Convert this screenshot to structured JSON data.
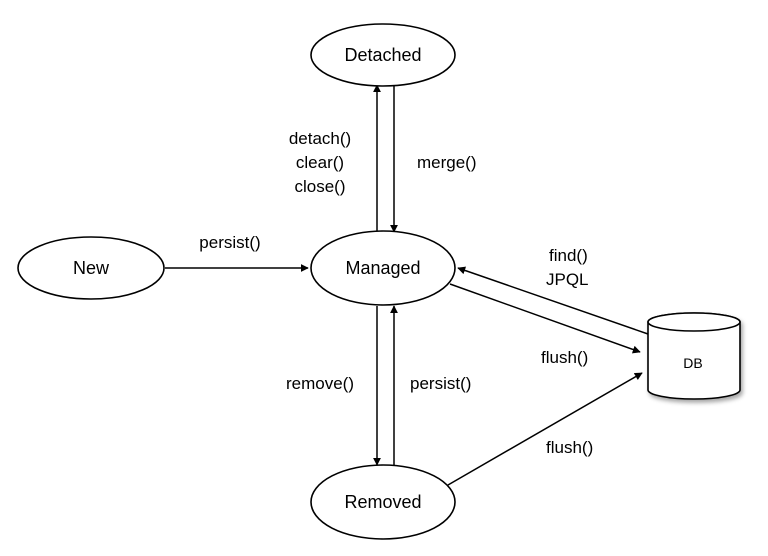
{
  "nodes": {
    "detached": "Detached",
    "new": "New",
    "managed": "Managed",
    "removed": "Removed",
    "db": "DB"
  },
  "edges": {
    "managed_to_detached": [
      "detach()",
      "clear()",
      "close()"
    ],
    "detached_to_managed": "merge()",
    "new_to_managed": "persist()",
    "db_to_managed": [
      "find()",
      "JPQL"
    ],
    "managed_to_db": "flush()",
    "managed_to_removed": "remove()",
    "removed_to_managed": "persist()",
    "removed_to_db": "flush()"
  }
}
